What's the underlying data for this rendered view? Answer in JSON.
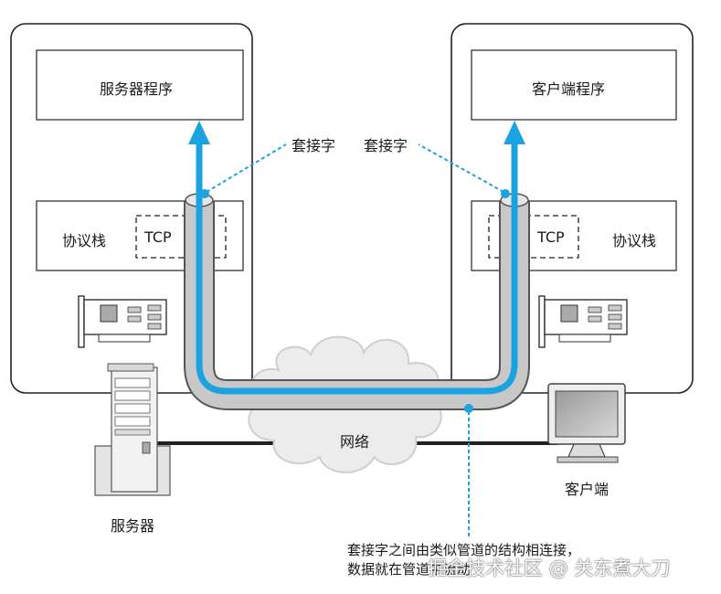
{
  "left_machine": {
    "program_label": "服务器程序",
    "stack_label": "协议栈",
    "tcp_label": "TCP",
    "device_label": "服务器"
  },
  "right_machine": {
    "program_label": "客户端程序",
    "stack_label": "协议栈",
    "tcp_label": "TCP",
    "device_label": "客户端"
  },
  "socket_labels": [
    "套接字",
    "套接字"
  ],
  "network_label": "网络",
  "caption": {
    "line1": "套接字之间由类似管道的结构相连接，",
    "line2": "数据就在管道中流动"
  },
  "watermark": "掘金技术社区 @ 关东煮大刀",
  "colors": {
    "pipe_blue": "#1aa3e0",
    "pipe_gray": "#c8c8c8",
    "dashed_line": "#1aa3e0",
    "cloud_fill": "#ececec"
  }
}
